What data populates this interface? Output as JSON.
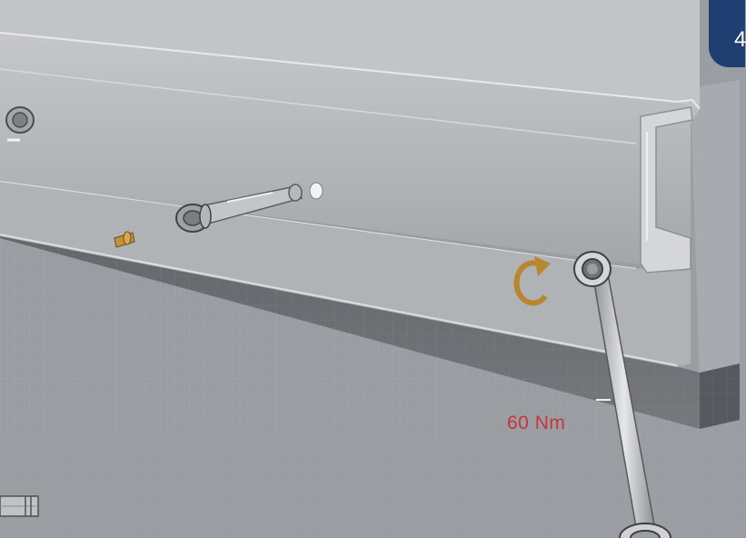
{
  "step": {
    "number": "4"
  },
  "annotation": {
    "torque": "60 Nm"
  },
  "icons": {
    "rotation": "clockwise-rotation-arrow",
    "tool": "ring-wrench",
    "fasteners": [
      "expansion-anchor-bolt",
      "hex-nut",
      "dowel-pin"
    ]
  },
  "colors": {
    "background": "#9a9da1",
    "badge": "#1f3f73",
    "torque_text": "#c8353a",
    "rotation_arrow": "#b8862e",
    "rail": "#b9bcbf",
    "base": "#6c6f73"
  }
}
